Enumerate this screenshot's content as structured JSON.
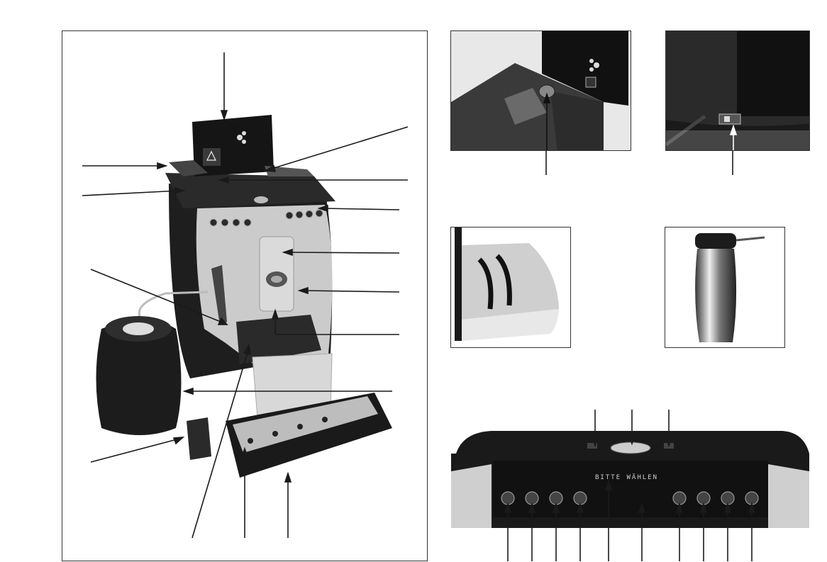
{
  "figure": {
    "panels": [
      "main-machine-view",
      "display-closeup",
      "power-switch-closeup",
      "cover-closeup",
      "milk-jug",
      "control-panel"
    ],
    "control_panel": {
      "display_text": "BITTE WÄHLEN",
      "button_count_left": 4,
      "button_count_right": 4
    },
    "colors": {
      "machine_body": "#1e1e1e",
      "machine_silver": "#c9c9c9",
      "arrow": "#1a1a1a"
    }
  }
}
